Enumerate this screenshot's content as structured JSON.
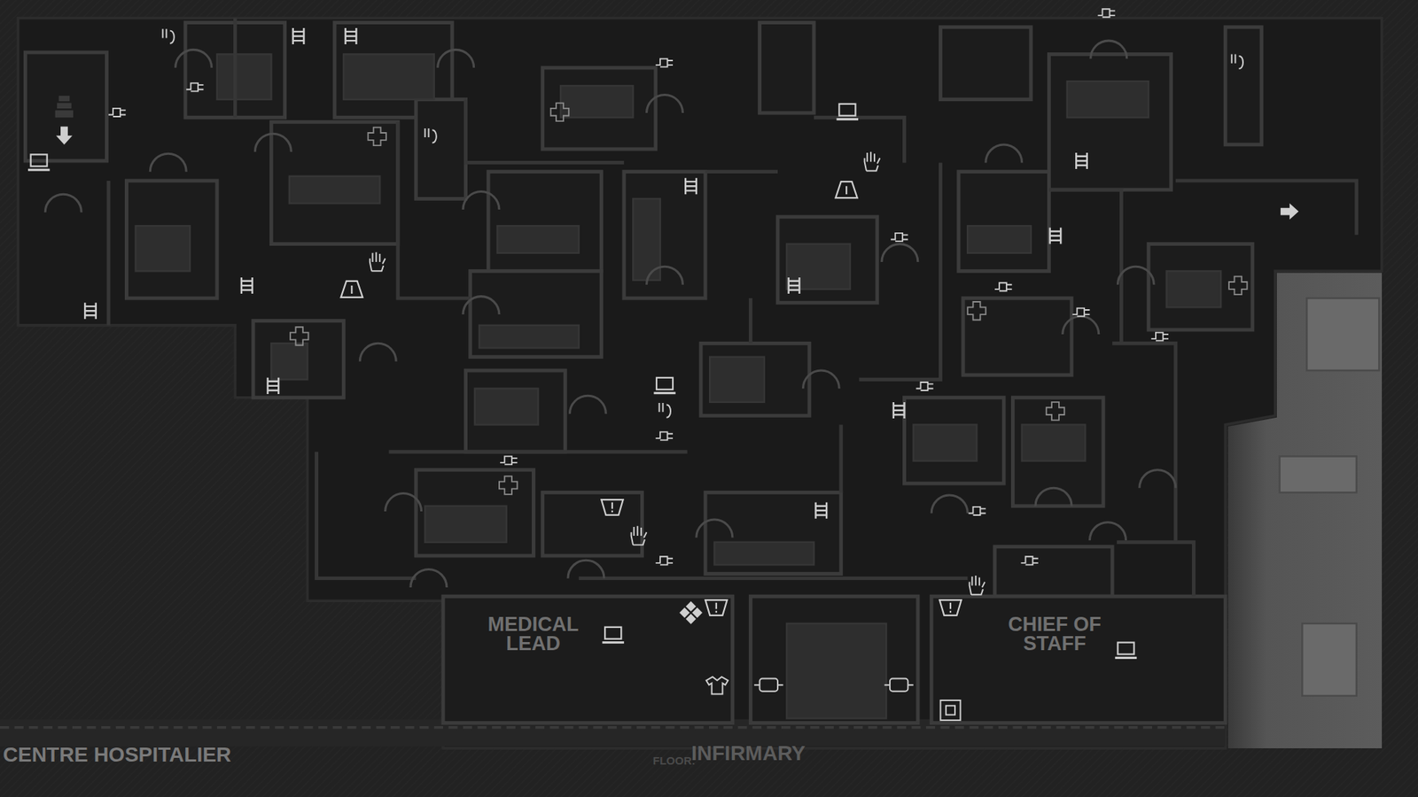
{
  "diagram": {
    "title": "CENTRE HOSPITALIER",
    "labels": [
      "MEDICAL LEAD",
      "CHIEF OF STAFF",
      "FLOOR:",
      "INFIRMARY"
    ]
  }
}
